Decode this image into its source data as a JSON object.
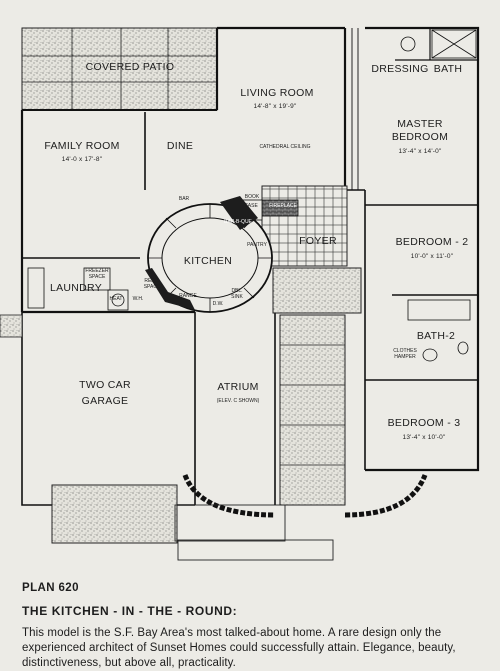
{
  "plan": {
    "number": "PLAN 620",
    "title": "THE KITCHEN - IN - THE - ROUND:",
    "description": "This model is the S.F. Bay Area's most talked-about home. A rare design only the experienced architect of Sunset Homes could successfully attain. Elegance, beauty, distinctiveness, but above all, practicality."
  },
  "rooms": {
    "covered_patio": "COVERED PATIO",
    "living_room": "LIVING ROOM",
    "living_room_dim": "14'-8\" x 19'-9\"",
    "cathedral_ceiling": "CATHEDRAL CEILING",
    "dressing": "DRESSING",
    "bath": "BATH",
    "master_bedroom_1": "MASTER",
    "master_bedroom_2": "BEDROOM",
    "master_bedroom_dim": "13'-4\" x 14'-0\"",
    "family_room": "FAMILY ROOM",
    "family_room_dim": "14'-0 x 17'-8\"",
    "dine": "DINE",
    "kitchen": "KITCHEN",
    "foyer": "FOYER",
    "bedroom2": "BEDROOM - 2",
    "bedroom2_dim": "10'-0\" x 11'-0\"",
    "laundry": "LAUNDRY",
    "bath2": "BATH-2",
    "clothes_hamper_1": "CLOTHES",
    "clothes_hamper_2": "HAMPER",
    "garage_1": "TWO CAR",
    "garage_2": "GARAGE",
    "atrium": "ATRIUM",
    "atrium_note": "(ELEV. C SHOWN)",
    "bedroom3": "BEDROOM - 3",
    "bedroom3_dim": "13'-4\" x 10'-0\""
  },
  "fixtures": {
    "bar": "BAR",
    "book_case_1": "BOOK",
    "book_case_2": "CASE",
    "fireplace": "FIREPLACE",
    "bar_b_que": "BAR-B-QUE",
    "pantry": "PANTRY",
    "freezer_1": "FREEZER",
    "freezer_2": "SPACE",
    "heat": "HEAT",
    "wh": "W.H.",
    "refrig_1": "REFG.",
    "refrig_2": "SPACE",
    "range": "RANGE",
    "dw": "D.W.",
    "dbl_sink_1": "DBL.",
    "dbl_sink_2": "SINK"
  }
}
